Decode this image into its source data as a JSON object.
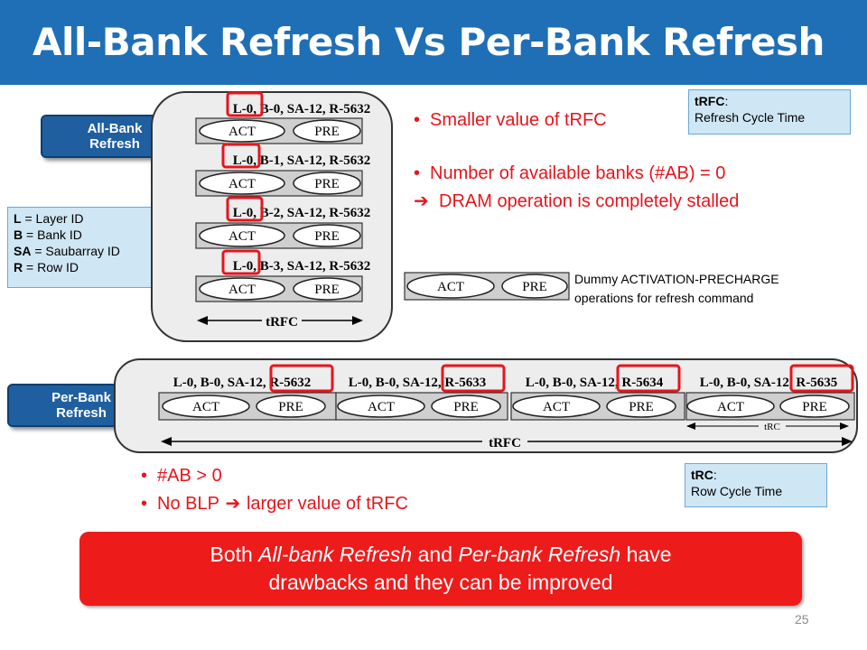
{
  "title": "All-Bank Refresh Vs Per-Bank Refresh",
  "page_number": "25",
  "labels": {
    "all_bank": "All-Bank Refresh",
    "per_bank": "Per-Bank Refresh"
  },
  "legend": [
    {
      "key": "L",
      "sep": " = ",
      "value": "Layer ID"
    },
    {
      "key": "B",
      "sep": " = ",
      "value": "Bank ID"
    },
    {
      "key": "SA",
      "sep": " = ",
      "value": "Saubarray ID"
    },
    {
      "key": "R",
      "sep": " = ",
      "value": "Row ID"
    }
  ],
  "trfc_box": {
    "term": "tRFC",
    "colon": ":",
    "definition": "Refresh Cycle Time"
  },
  "trc_box": {
    "term": "tRC",
    "colon": ":",
    "definition": "Row Cycle Time"
  },
  "all_bank_diagram": {
    "rows": [
      "L-0, B-0, SA-12, R-5632",
      "L-0, B-1, SA-12, R-5632",
      "L-0, B-2, SA-12, R-5632",
      "L-0, B-3, SA-12, R-5632"
    ],
    "act": "ACT",
    "pre": "PRE",
    "timing": "tRFC"
  },
  "per_bank_diagram": {
    "cells": [
      "L-0, B-0, SA-12, R-5632",
      "L-0, B-0, SA-12, R-5633",
      "L-0, B-0, SA-12, R-5634",
      "L-0, B-0, SA-12, R-5635"
    ],
    "act": "ACT",
    "pre": "PRE",
    "timing": "tRFC",
    "trc": "tRC"
  },
  "dummy": {
    "act": "ACT",
    "pre": "PRE",
    "caption_line1": "Dummy ACTIVATION-PRECHARGE",
    "caption_line2": "operations for refresh command"
  },
  "all_bank_points": {
    "p1": "Smaller value of tRFC",
    "p2": "Number of available banks (#AB) = 0",
    "p3": "DRAM operation is completely stalled"
  },
  "per_bank_points": {
    "p1": "#AB > 0",
    "p2a": "No BLP",
    "p2b": "larger value of tRFC"
  },
  "conclusion": {
    "line1": {
      "a": "Both ",
      "b": "All-bank Refresh",
      "c": " and ",
      "d": "Per-bank Refresh",
      "e": " have"
    },
    "line2": "drawbacks and they can be improved"
  },
  "colors": {
    "title_bar": "#1f6fb6",
    "accent_red": "#e8141b",
    "legend_bg": "#cfe6f4",
    "pill": "#1f5f9f"
  }
}
